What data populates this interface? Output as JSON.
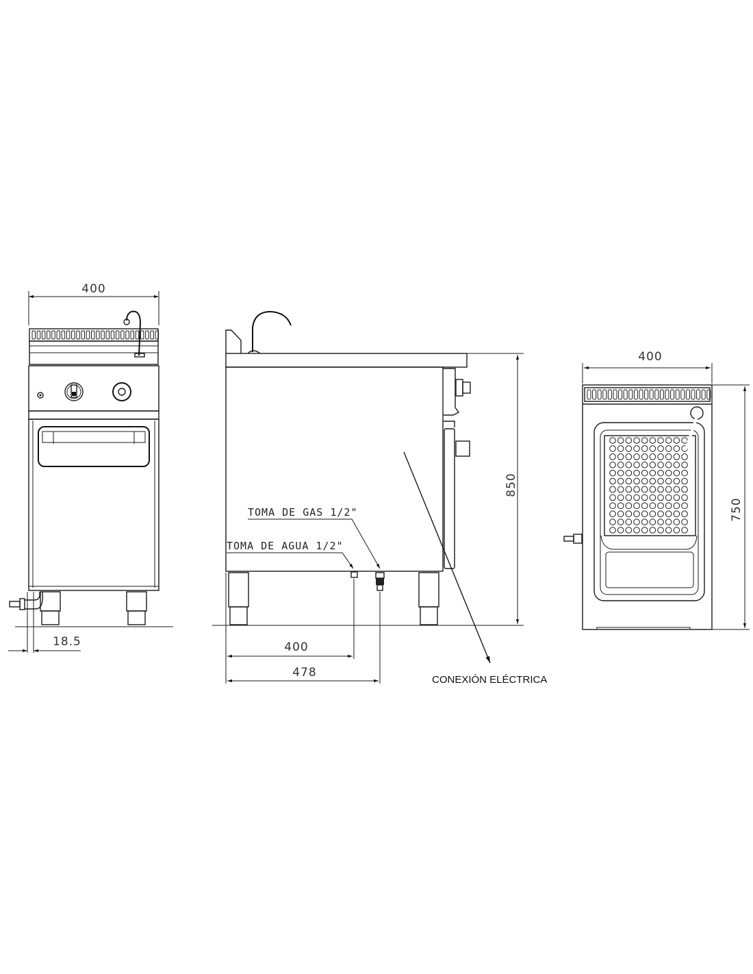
{
  "front_view": {
    "width_dimension": "400",
    "drain_offset_dimension": "18.5"
  },
  "side_view": {
    "height_dimension": "850",
    "depth_dimension": "400",
    "total_depth_dimension": "478",
    "gas_label": "TOMA DE GAS 1/2\"",
    "water_label": "TOMA DE AGUA 1/2\"",
    "electric_label": "CONEXIÓN ELÉCTRICA"
  },
  "top_view": {
    "width_dimension": "400",
    "depth_dimension": "750",
    "basket_hole_columns": 10,
    "basket_hole_rows": 12
  }
}
